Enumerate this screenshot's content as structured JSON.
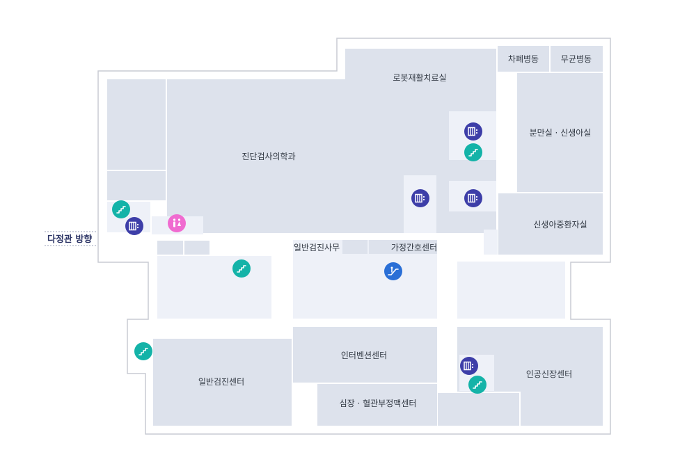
{
  "map": {
    "direction": {
      "label": "다정관 방향"
    },
    "rooms": [
      {
        "id": "robot",
        "label": "로봇재활치료실"
      },
      {
        "id": "ward-closed",
        "label": "차폐병동"
      },
      {
        "id": "ward-sterile",
        "label": "무균병동"
      },
      {
        "id": "radiology",
        "label": "진단검사의학과"
      },
      {
        "id": "delivery",
        "label": "분만실 · 신생아실"
      },
      {
        "id": "nicu",
        "label": "신생아중환자실"
      },
      {
        "id": "checkup-office",
        "label": "일반검진사무"
      },
      {
        "id": "home-nursing",
        "label": "가정간호센터"
      },
      {
        "id": "intervention",
        "label": "인터벤션센터"
      },
      {
        "id": "checkup-center",
        "label": "일반검진센터"
      },
      {
        "id": "cardio",
        "label": "심장 · 혈관부정맥센터"
      },
      {
        "id": "artificial-heart",
        "label": "인공신장센터"
      }
    ],
    "icons": [
      {
        "type": "elevator",
        "name": "elevator-icon"
      },
      {
        "type": "stairs",
        "name": "stairs-icon"
      },
      {
        "type": "escalator",
        "name": "escalator-icon"
      },
      {
        "type": "restroom",
        "name": "restroom-icon"
      }
    ],
    "colors": {
      "room": "#dde2ec",
      "room_light": "#eef1f8",
      "outline": "#c9ccd3",
      "elevator": "#3d3ea8",
      "stairs": "#14b3a8",
      "escalator": "#2a6fd6",
      "restroom": "#f06bd0"
    }
  }
}
